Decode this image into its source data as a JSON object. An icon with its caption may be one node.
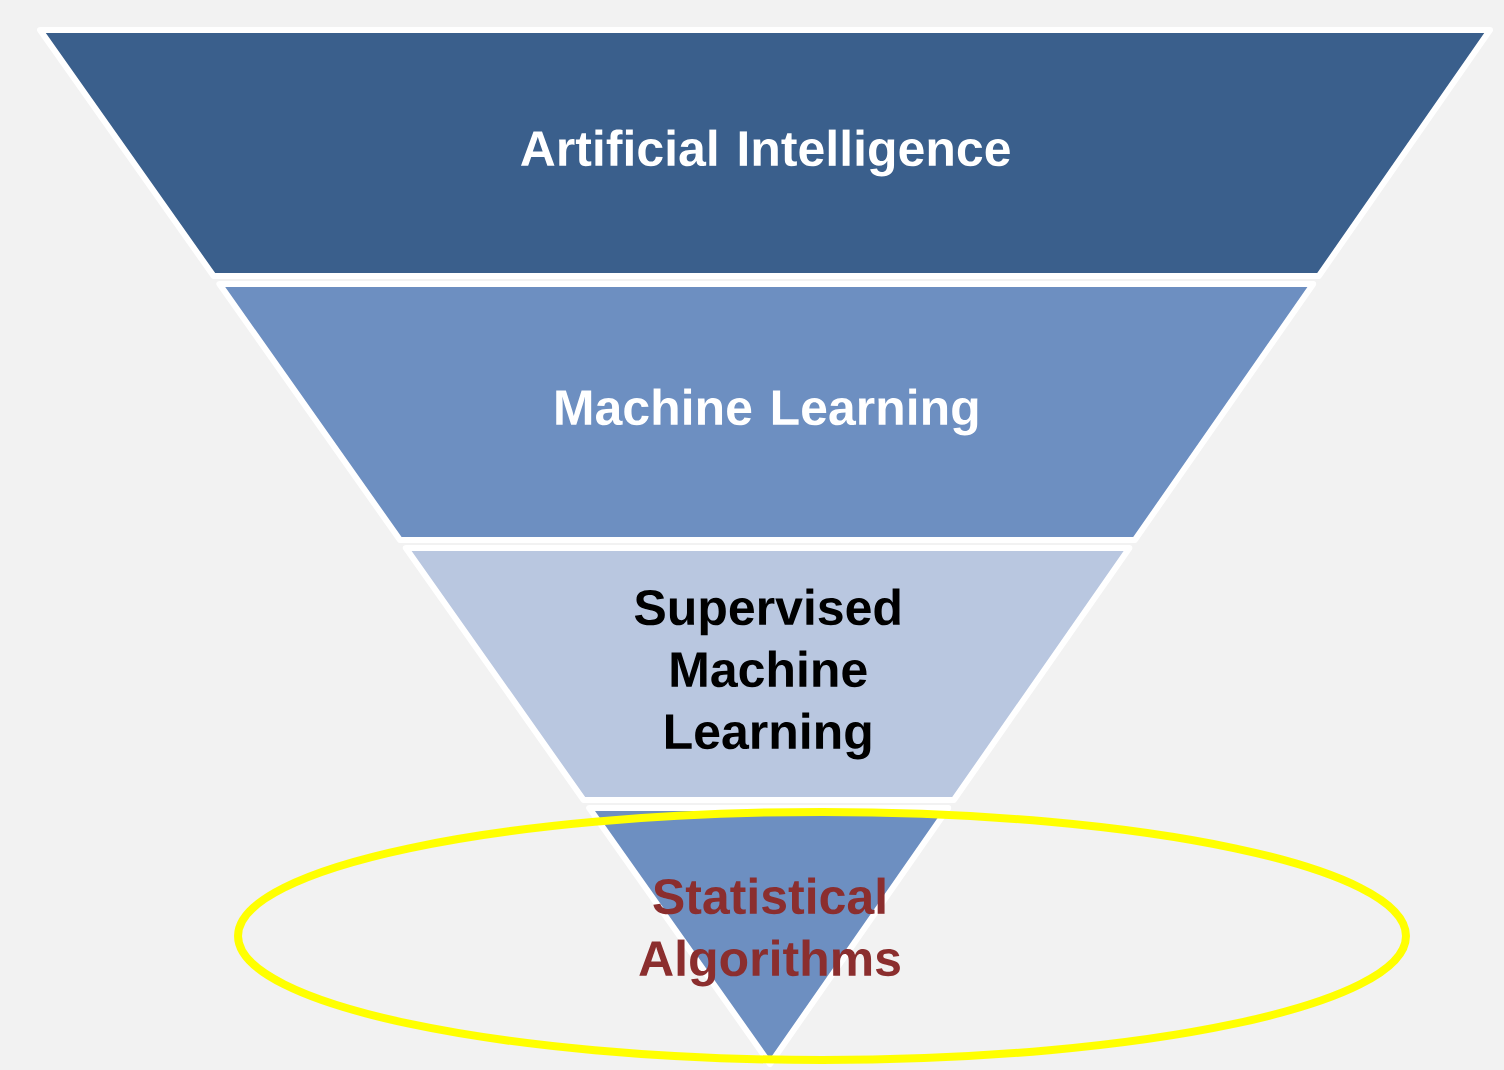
{
  "diagram": {
    "nodes": [
      {
        "text": [
          "Artificial Intelligence"
        ]
      },
      {
        "text": [
          "Machine Learning"
        ]
      },
      {
        "text": [
          "Supervised Machine Learning"
        ]
      },
      {
        "text": [
          "Statistical Algorithms"
        ]
      }
    ]
  }
}
